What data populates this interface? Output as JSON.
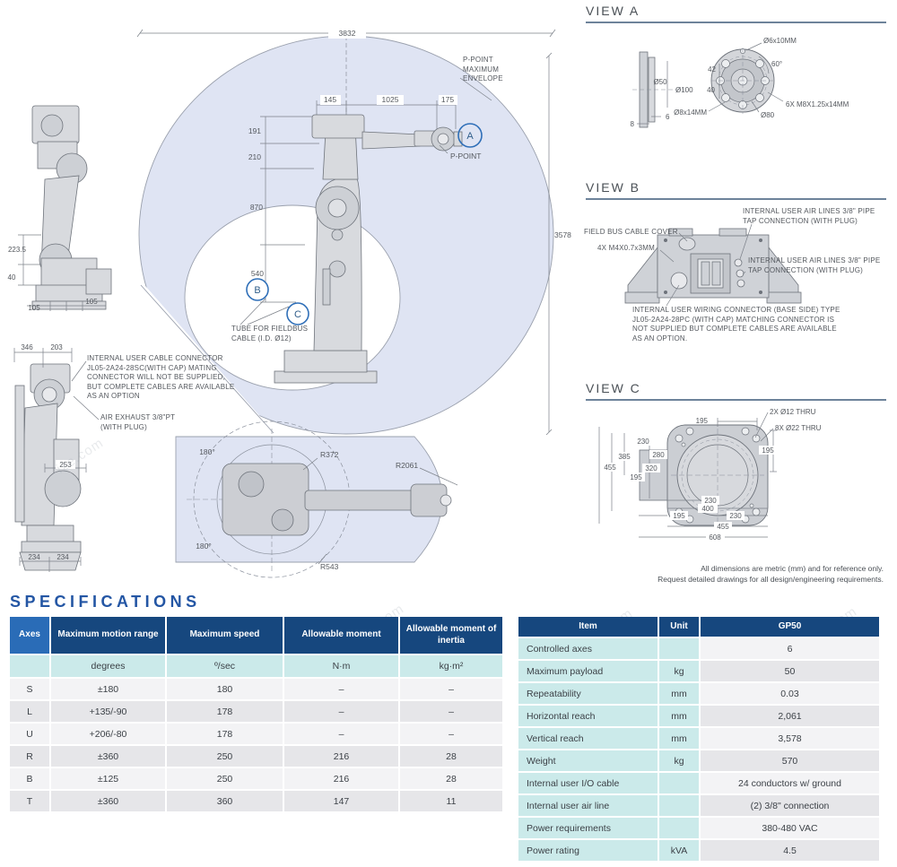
{
  "watermark": "ize.com",
  "main_drawing": {
    "dim_width": "3832",
    "dim_height": "3578",
    "dim_145": "145",
    "dim_1025": "1025",
    "dim_175": "175",
    "dim_191": "191",
    "dim_210": "210",
    "dim_870": "870",
    "dim_540": "540",
    "p_point_envelope": "P-POINT MAXIMUM ENVELOPE",
    "p_point": "P-POINT",
    "marker_a": "A",
    "marker_b": "B",
    "marker_c": "C",
    "tube_note": "TUBE FOR FIELDBUS CABLE (I.D. Ø12)"
  },
  "side_view": {
    "dim_2235": "223.5",
    "dim_40": "40",
    "dim_105l": "105",
    "dim_105r": "105"
  },
  "front_view": {
    "dim_346": "346",
    "dim_203": "203",
    "dim_253": "253",
    "dim_234l": "234",
    "dim_234r": "234",
    "cable_note": "INTERNAL USER CABLE CONNECTOR JL05-2A24-28SC(WITH CAP) MATING CONNECTOR WILL NOT BE SUPPLIED, BUT COMPLETE CABLES ARE AVAILABLE AS AN OPTION",
    "exhaust_note": "AIR EXHAUST 3/8\"PT (WITH PLUG)"
  },
  "top_view": {
    "angle_top": "180°",
    "angle_bottom": "180°",
    "r372": "R372",
    "r543": "R543",
    "r2061": "R2061"
  },
  "view_a": {
    "title": "VIEW A",
    "d6": "Ø6x10MM",
    "angle60": "60°",
    "dim_42": "42",
    "dim_40": "40",
    "d8": "Ø8x14MM",
    "d80": "Ø80",
    "bolts": "6X M8X1.25x14MM",
    "d50": "Ø50",
    "d100": "Ø100",
    "dim_6": "6",
    "dim_8": "8"
  },
  "view_b": {
    "title": "VIEW B",
    "air_note_1": "INTERNAL USER AIR LINES 3/8\" PIPE TAP CONNECTION (WITH PLUG)",
    "field_bus": "FIELD BUS CABLE COVER",
    "screws": "4X M4X0.7x3MM",
    "air_note_2": "INTERNAL USER AIR LINES 3/8\" PIPE TAP CONNECTION (WITH PLUG)",
    "wiring_note": "INTERNAL USER WIRING CONNECTOR (BASE SIDE) TYPE JL05-2A24-28PC (WITH CAP) MATCHING CONNECTOR IS NOT SUPPLIED BUT COMPLETE CABLES ARE AVAILABLE AS AN OPTION."
  },
  "view_c": {
    "title": "VIEW C",
    "callout_12": "2X Ø12 THRU",
    "callout_22": "8X Ø22 THRU",
    "dims": {
      "top195": "195",
      "right195": "195",
      "left230": "230",
      "left385": "385",
      "left455": "455",
      "left280": "280",
      "left320": "320",
      "left195": "195",
      "bot230a": "230",
      "bot400": "400",
      "bot195": "195",
      "bot230b": "230",
      "bot455": "455",
      "bot608": "608"
    }
  },
  "footnote": {
    "line1": "All dimensions are metric (mm) and for reference only.",
    "line2": "Request detailed drawings for all design/engineering requirements."
  },
  "specs": {
    "title": "SPECIFICATIONS",
    "axes_table": {
      "headers": [
        "Axes",
        "Maximum motion range",
        "Maximum speed",
        "Allowable moment",
        "Allowable moment of inertia"
      ],
      "units": [
        "degrees",
        "º/sec",
        "N·m",
        "kg·m²"
      ],
      "rows": [
        {
          "axis": "S",
          "range": "±180",
          "speed": "180",
          "moment": "–",
          "inertia": "–"
        },
        {
          "axis": "L",
          "range": "+135/-90",
          "speed": "178",
          "moment": "–",
          "inertia": "–"
        },
        {
          "axis": "U",
          "range": "+206/-80",
          "speed": "178",
          "moment": "–",
          "inertia": "–"
        },
        {
          "axis": "R",
          "range": "±360",
          "speed": "250",
          "moment": "216",
          "inertia": "28"
        },
        {
          "axis": "B",
          "range": "±125",
          "speed": "250",
          "moment": "216",
          "inertia": "28"
        },
        {
          "axis": "T",
          "range": "±360",
          "speed": "360",
          "moment": "147",
          "inertia": "11"
        }
      ]
    },
    "spec_table": {
      "headers": [
        "Item",
        "Unit",
        "GP50"
      ],
      "rows": [
        {
          "item": "Controlled axes",
          "unit": "",
          "value": "6"
        },
        {
          "item": "Maximum payload",
          "unit": "kg",
          "value": "50"
        },
        {
          "item": "Repeatability",
          "unit": "mm",
          "value": "0.03"
        },
        {
          "item": "Horizontal reach",
          "unit": "mm",
          "value": "2,061"
        },
        {
          "item": "Vertical reach",
          "unit": "mm",
          "value": "3,578"
        },
        {
          "item": "Weight",
          "unit": "kg",
          "value": "570"
        },
        {
          "item": "Internal user I/O cable",
          "unit": "",
          "value": "24 conductors w/ ground"
        },
        {
          "item": "Internal user air line",
          "unit": "",
          "value": "(2) 3/8\" connection"
        },
        {
          "item": "Power requirements",
          "unit": "",
          "value": "380-480 VAC"
        },
        {
          "item": "Power rating",
          "unit": "kVA",
          "value": "4.5"
        }
      ]
    }
  },
  "colors": {
    "header_navy": "#16477e",
    "header_blue": "#2a6cb7",
    "teal": "#cbeaea",
    "accent_blue": "#2456a4",
    "envelope": "#dfe4f3"
  }
}
